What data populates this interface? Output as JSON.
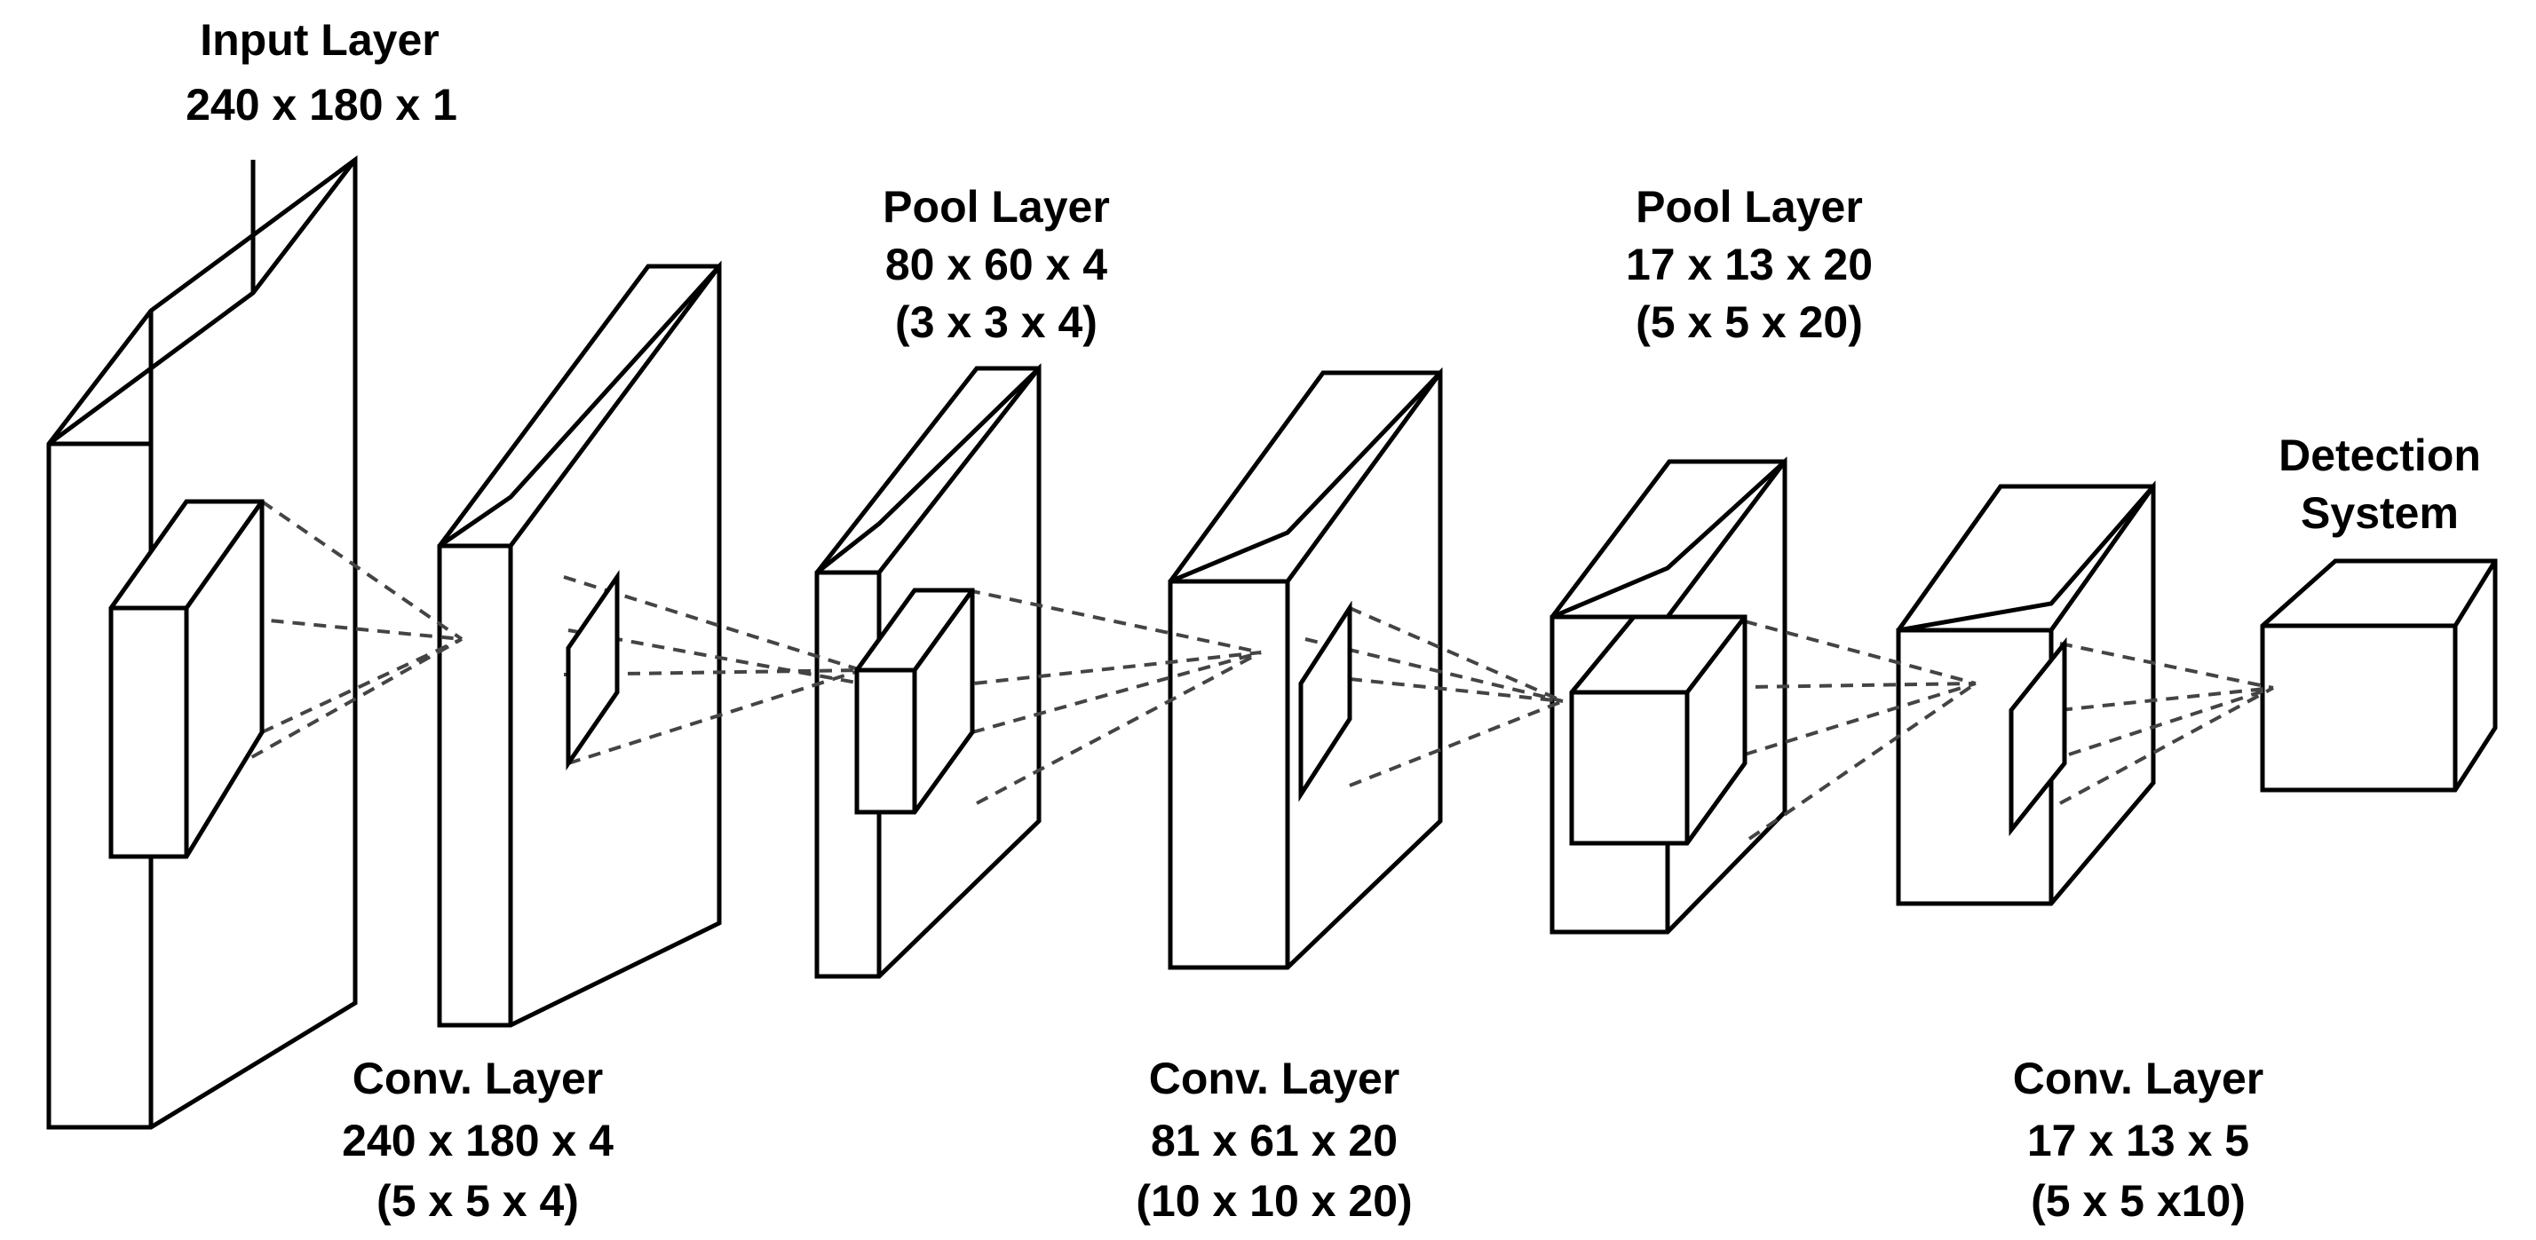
{
  "labels": {
    "input_title": "Input Layer",
    "input_dims": "240 x 180 x 1",
    "conv1_title": "Conv. Layer",
    "conv1_dims": "240 x 180 x 4",
    "conv1_kernel": "(5 x 5 x 4)",
    "pool1_title": "Pool Layer",
    "pool1_dims": "80 x 60 x 4",
    "pool1_kernel": "(3 x 3 x 4)",
    "conv2_title": "Conv. Layer",
    "conv2_dims": "81 x 61 x 20",
    "conv2_kernel": "(10 x 10 x 20)",
    "pool2_title": "Pool Layer",
    "pool2_dims": "17 x 13 x 20",
    "pool2_kernel": "(5 x 5 x 20)",
    "conv3_title": "Conv. Layer",
    "conv3_dims": "17 x 13 x 5",
    "conv3_kernel": "(5 x 5 x10)",
    "detection_line1": "Detection",
    "detection_line2": "System"
  },
  "colors": {
    "stroke": "#000000",
    "dashed_connector": "#444444",
    "background": "#ffffff"
  }
}
